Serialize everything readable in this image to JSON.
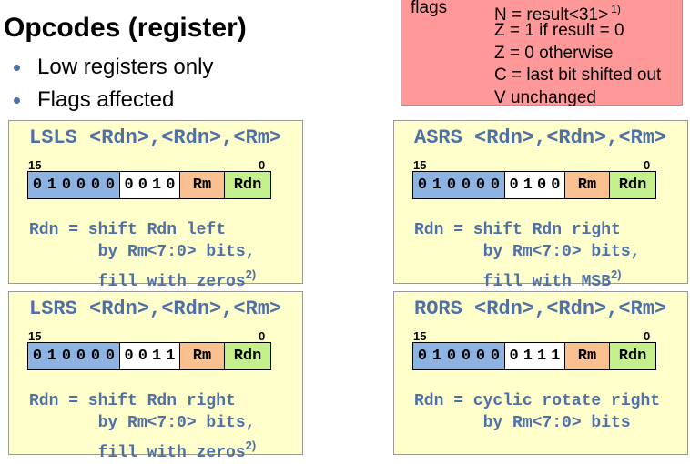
{
  "title": "Opcodes (register)",
  "bullets": [
    "Low registers only",
    "Flags affected"
  ],
  "flags_box": {
    "label": "flags",
    "lines": [
      {
        "text": "N = result<31>",
        "note": "1)"
      },
      {
        "text": "Z = 1 if result = 0",
        "note": ""
      },
      {
        "text": "Z = 0 otherwise",
        "note": ""
      },
      {
        "text": "C = last bit shifted out",
        "note": ""
      },
      {
        "text": "V unchanged",
        "note": ""
      }
    ]
  },
  "encoding_labels": {
    "high_bit": "15",
    "low_bit": "0",
    "rm": "Rm",
    "rdn": "Rdn"
  },
  "cards": [
    {
      "signature": "LSLS <Rdn>,<Rdn>,<Rm>",
      "prefix_bits": [
        "0",
        "1",
        "0",
        "0",
        "0",
        "0"
      ],
      "opcode_bits": [
        "0",
        "0",
        "1",
        "0"
      ],
      "desc_lines": [
        "Rdn = shift Rdn left",
        "       by Rm<7:0> bits,",
        "       fill with zeros"
      ],
      "note": "2)"
    },
    {
      "signature": "ASRS <Rdn>,<Rdn>,<Rm>",
      "prefix_bits": [
        "0",
        "1",
        "0",
        "0",
        "0",
        "0"
      ],
      "opcode_bits": [
        "0",
        "1",
        "0",
        "0"
      ],
      "desc_lines": [
        "Rdn = shift Rdn right",
        "       by Rm<7:0> bits,",
        "       fill with MSB"
      ],
      "note": "2)"
    },
    {
      "signature": "LSRS <Rdn>,<Rdn>,<Rm>",
      "prefix_bits": [
        "0",
        "1",
        "0",
        "0",
        "0",
        "0"
      ],
      "opcode_bits": [
        "0",
        "0",
        "1",
        "1"
      ],
      "desc_lines": [
        "Rdn = shift Rdn right",
        "       by Rm<7:0> bits,",
        "       fill with zeros"
      ],
      "note": "2)"
    },
    {
      "signature": "RORS <Rdn>,<Rdn>,<Rm>",
      "prefix_bits": [
        "0",
        "1",
        "0",
        "0",
        "0",
        "0"
      ],
      "opcode_bits": [
        "0",
        "1",
        "1",
        "1"
      ],
      "desc_lines": [
        "Rdn = cyclic rotate right",
        "       by Rm<7:0> bits"
      ],
      "note": ""
    }
  ],
  "colors": {
    "accent_text": "#4f6fa8",
    "card_bg": "#ffffcc",
    "flags_bg": "#ff9999",
    "prefix_bits_bg": "#8db3e2",
    "rm_bg": "#fac090",
    "rdn_bg": "#c3f08a"
  }
}
